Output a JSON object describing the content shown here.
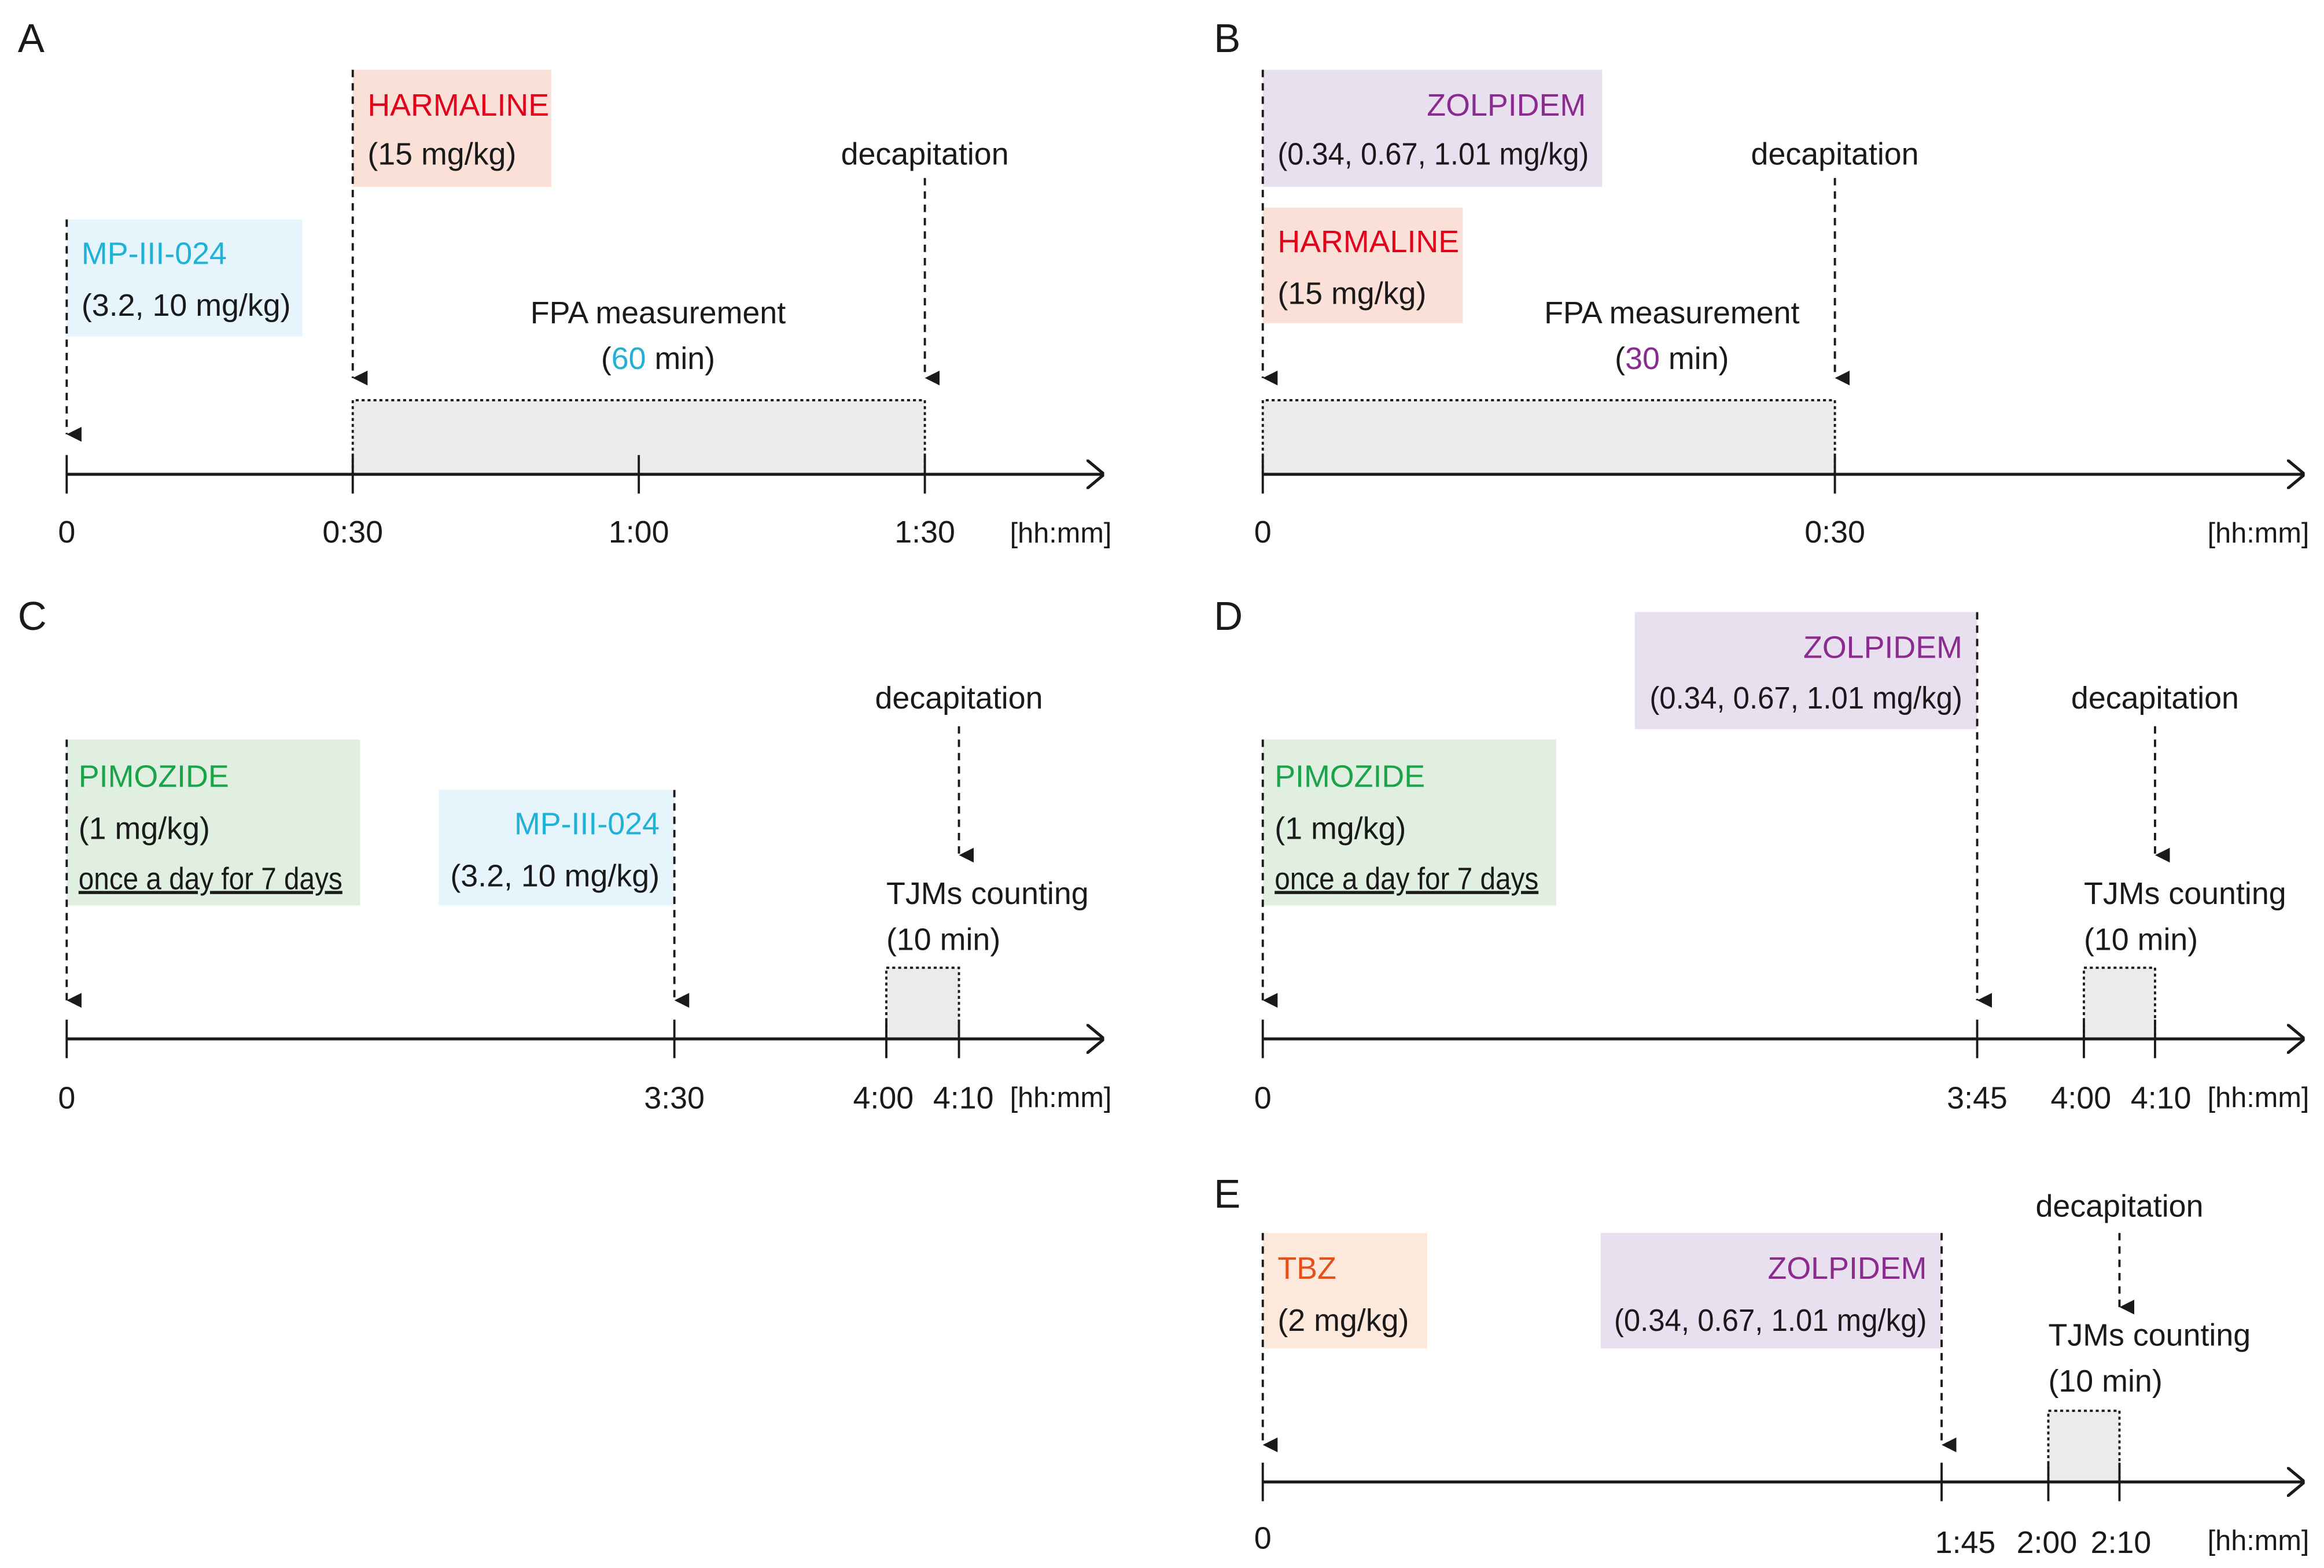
{
  "colors": {
    "harmaline": "#e3001b",
    "harmaline_box": "#fbe0d8",
    "mp": "#1fb1d6",
    "mp_box": "#e6f4fb",
    "zolpidem": "#8b2a8f",
    "zolpidem_box": "#e8e0ef",
    "pimozide": "#1ba34b",
    "pimozide_box": "#e1efe0",
    "tbz": "#e8501a",
    "tbz_box": "#fde8dc",
    "measurement_fill": "#ebebeb"
  },
  "unit": "[hh:mm]",
  "A": {
    "label": "A",
    "harmaline": {
      "name": "HARMALINE",
      "dose": "(15 mg/kg)"
    },
    "mp": {
      "name": "MP-III-024",
      "dose": "(3.2, 10 mg/kg)"
    },
    "decapitation": "decapitation",
    "measurement": {
      "label": "FPA measurement",
      "prefix": "(",
      "value": "60",
      "suffix": " min)"
    },
    "ticks": [
      "0",
      "0:30",
      "1:00",
      "1:30"
    ]
  },
  "B": {
    "label": "B",
    "zolpidem": {
      "name": "ZOLPIDEM",
      "dose": "(0.34, 0.67, 1.01 mg/kg)"
    },
    "harmaline": {
      "name": "HARMALINE",
      "dose": "(15 mg/kg)"
    },
    "decapitation": "decapitation",
    "measurement": {
      "label": "FPA measurement",
      "prefix": "(",
      "value": "30",
      "suffix": " min)"
    },
    "ticks": [
      "0",
      "0:30"
    ]
  },
  "C": {
    "label": "C",
    "pimozide": {
      "name": "PIMOZIDE",
      "dose": "(1 mg/kg)",
      "schedule": "once a day for 7 days"
    },
    "mp": {
      "name": "MP-III-024",
      "dose": "(3.2, 10 mg/kg)"
    },
    "decapitation": "decapitation",
    "measurement": {
      "label": "TJMs counting",
      "duration": "(10 min)"
    },
    "ticks": [
      "0",
      "3:30",
      "4:00",
      "4:10"
    ]
  },
  "D": {
    "label": "D",
    "pimozide": {
      "name": "PIMOZIDE",
      "dose": "(1 mg/kg)",
      "schedule": "once a day for 7 days"
    },
    "zolpidem": {
      "name": "ZOLPIDEM",
      "dose": "(0.34, 0.67, 1.01 mg/kg)"
    },
    "decapitation": "decapitation",
    "measurement": {
      "label": "TJMs counting",
      "duration": "(10 min)"
    },
    "ticks": [
      "0",
      "3:45",
      "4:00",
      "4:10"
    ]
  },
  "E": {
    "label": "E",
    "tbz": {
      "name": "TBZ",
      "dose": "(2 mg/kg)"
    },
    "zolpidem": {
      "name": "ZOLPIDEM",
      "dose": "(0.34, 0.67, 1.01 mg/kg)"
    },
    "decapitation": "decapitation",
    "measurement": {
      "label": "TJMs counting",
      "duration": "(10 min)"
    },
    "ticks": [
      "0",
      "1:45",
      "2:00",
      "2:10"
    ]
  }
}
